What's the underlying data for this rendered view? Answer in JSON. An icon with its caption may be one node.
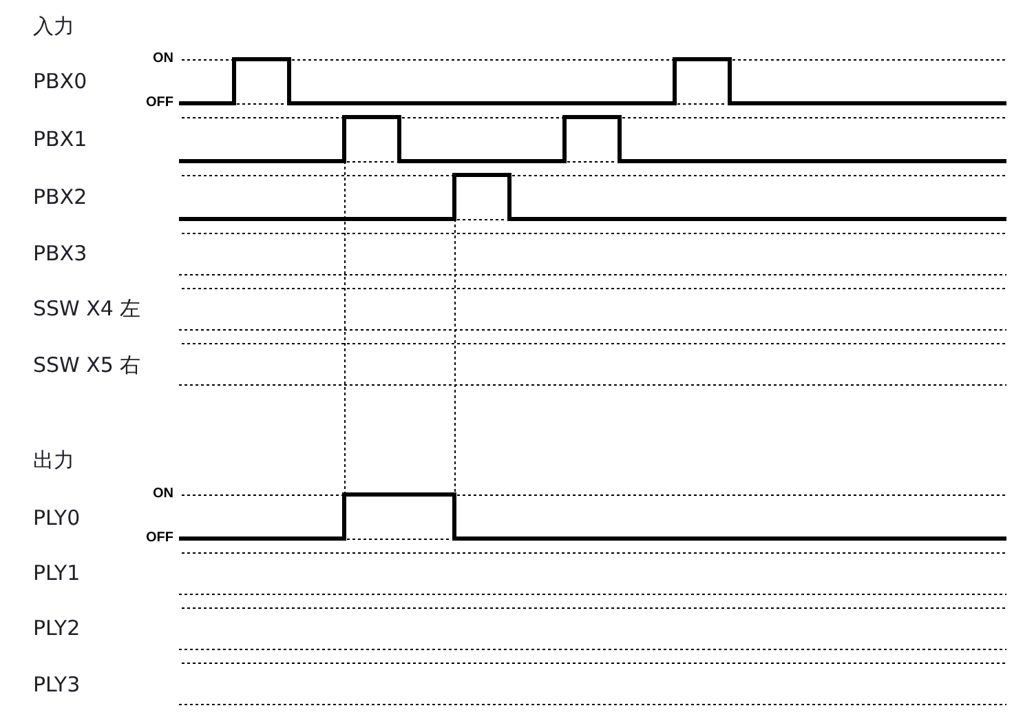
{
  "diagram": {
    "labels": [
      "入力",
      "ON",
      "PBX0",
      "OFF",
      "PBX1",
      "PBX2",
      "PBX3",
      "SSW X4 左",
      "SSW X5 右",
      "出力",
      "ON",
      "PLY0",
      "OFF",
      "PLY1",
      "PLY2",
      "PLY3"
    ]
  }
}
